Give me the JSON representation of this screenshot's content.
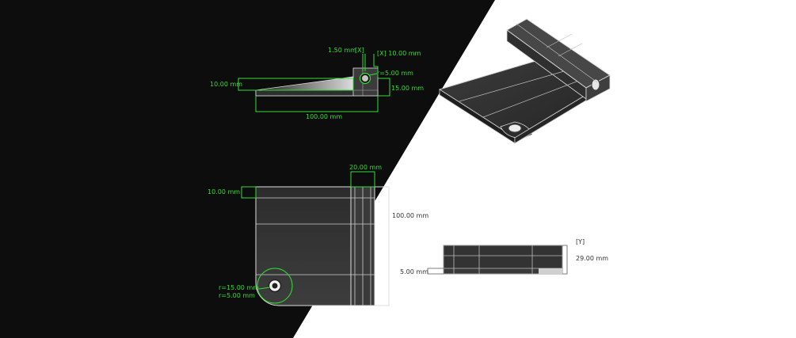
{
  "colors": {
    "dark_background": "#0d0d0d",
    "light_background": "#ffffff",
    "dimension_green": "#33dd33",
    "dimension_gray": "#333333",
    "part_fill": "#3a3a3a",
    "part_edge": "#d9d9d9"
  },
  "side_view": {
    "dim_top_offset": "1.50 mm",
    "dim_top_x_label": "[X]",
    "dim_top_width": "[X] 10.00 mm",
    "dim_hole_radius": "r=5.00 mm",
    "dim_left_thickness": "10.00 mm",
    "dim_right_height": "15.00 mm",
    "dim_length": "100.00 mm"
  },
  "top_view": {
    "dim_block_width": "20.00 mm",
    "dim_left_thickness": "10.00 mm",
    "dim_depth": "100.00 mm",
    "dim_corner_radius": "r=15.00 mm",
    "dim_hole_radius": "r=5.00 mm"
  },
  "front_view": {
    "dim_axis_label": "[Y]",
    "dim_height": "29.00 mm",
    "dim_base": "5.00 mm"
  },
  "iso_view": {
    "icon": "isometric-part-render"
  }
}
